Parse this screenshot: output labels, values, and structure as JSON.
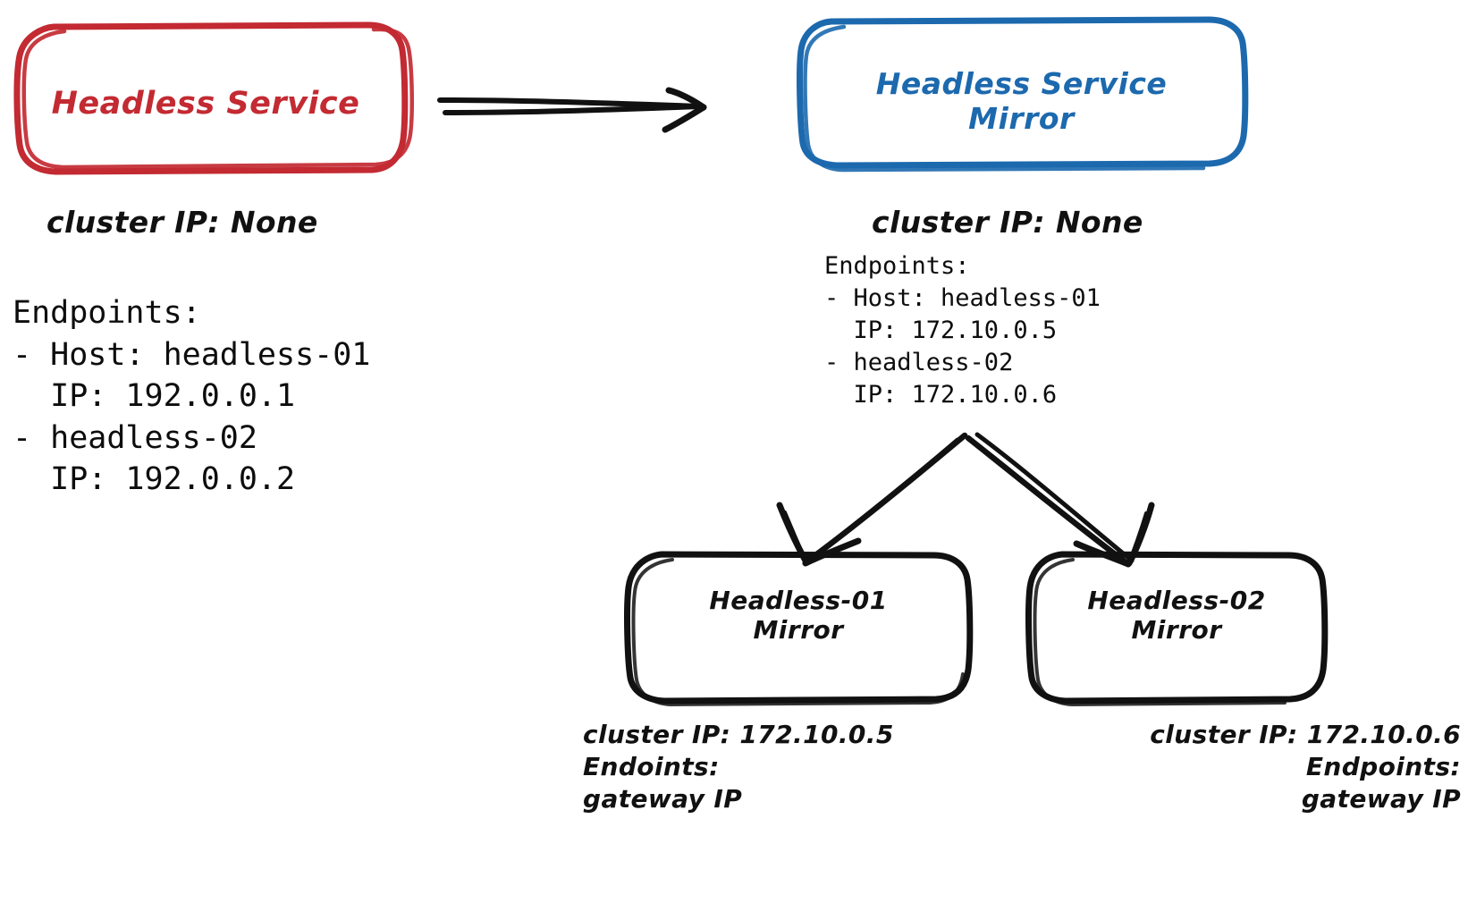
{
  "diagram": {
    "title": "Headless Service mirroring topology",
    "background": "#ffffff",
    "colors": {
      "red": "#c32a32",
      "blue": "#1c69ae",
      "black": "#111111"
    }
  },
  "nodes": {
    "source_service": {
      "label": "Headless Service",
      "color": "#c32a32",
      "shape": "rounded-rect"
    },
    "mirror_service": {
      "label": "Headless Service\nMirror",
      "color": "#1c69ae",
      "shape": "rounded-rect"
    },
    "mirror_pod_01": {
      "label": "Headless-01\nMirror",
      "color": "#111111",
      "shape": "rounded-rect"
    },
    "mirror_pod_02": {
      "label": "Headless-02\nMirror",
      "color": "#111111",
      "shape": "rounded-rect"
    }
  },
  "annotations": {
    "source_cluster_ip": "cluster IP: None",
    "mirror_cluster_ip": "cluster IP: None",
    "source_endpoints": "Endpoints:\n- Host: headless-01\n  IP: 192.0.0.1\n- headless-02\n  IP: 192.0.0.2",
    "mirror_endpoints": "Endpoints:\n- Host: headless-01\n  IP: 172.10.0.5\n- headless-02\n  IP: 172.10.0.6",
    "pod_01_caption": "cluster IP: 172.10.0.5\nEndoints:\ngateway IP",
    "pod_02_caption": "cluster IP: 172.10.0.6\nEndpoints:\ngateway IP"
  },
  "edges": [
    {
      "name": "source-to-mirror",
      "from": "source_service",
      "to": "mirror_service",
      "style": "double-stroke-arrow",
      "direction": "right"
    },
    {
      "name": "mirror-to-pod-01",
      "from": "mirror_service",
      "to": "mirror_pod_01",
      "style": "double-stroke-arrow",
      "direction": "down-left"
    },
    {
      "name": "mirror-to-pod-02",
      "from": "mirror_service",
      "to": "mirror_pod_02",
      "style": "double-stroke-arrow",
      "direction": "down-right"
    }
  ]
}
